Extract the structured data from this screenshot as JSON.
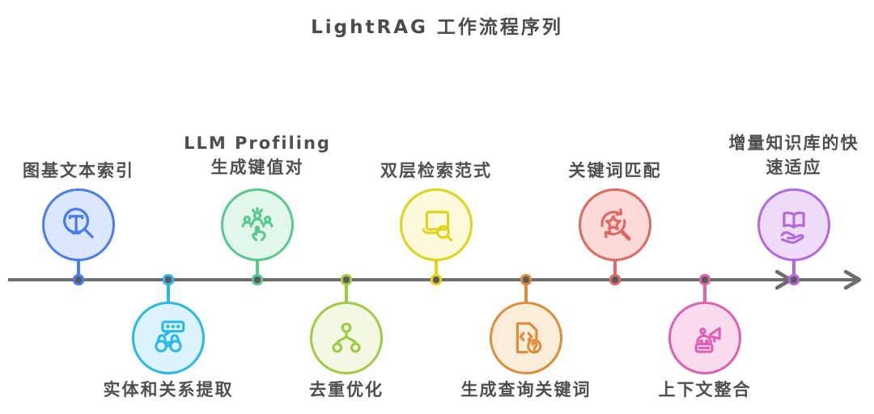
{
  "title": "LightRAG 工作流程序列",
  "timeline": {
    "line_color": "#6d6d6d",
    "dot_center_color": "#5a5a5a",
    "direction": "left-to-right"
  },
  "nodes": [
    {
      "id": "graph-text-indexing",
      "label": "图基文本索引",
      "side": "top",
      "icon": "magnifier-text-icon",
      "color": "#4a7cf0",
      "fill": "#dbe7fc"
    },
    {
      "id": "entity-relation-extraction",
      "label": "实体和关系提取",
      "side": "bottom",
      "icon": "binoculars-chat-icon",
      "color": "#29b8e8",
      "fill": "#dcf3fb"
    },
    {
      "id": "llm-profiling",
      "label": "LLM Profiling",
      "label2": "生成键值对",
      "side": "top",
      "icon": "people-select-icon",
      "color": "#57c98c",
      "fill": "#e2f6ea"
    },
    {
      "id": "dedup-optimization",
      "label": "去重优化",
      "side": "bottom",
      "icon": "network-tree-icon",
      "color": "#9ecb3f",
      "fill": "#f2f8e3"
    },
    {
      "id": "dual-level-retrieval",
      "label": "双层检索范式",
      "side": "top",
      "icon": "laptop-search-icon",
      "color": "#e2d216",
      "fill": "#fcfadb"
    },
    {
      "id": "generate-query-keywords",
      "label": "生成查询关键词",
      "side": "bottom",
      "icon": "document-question-icon",
      "color": "#de8c3a",
      "fill": "#faeeda"
    },
    {
      "id": "keyword-matching",
      "label": "关键词匹配",
      "side": "top",
      "icon": "star-search-icon",
      "color": "#df6763",
      "fill": "#fbdad7"
    },
    {
      "id": "context-integration",
      "label": "上下文整合",
      "side": "bottom",
      "icon": "robot-megaphone-icon",
      "color": "#df5fb2",
      "fill": "#fadcee"
    },
    {
      "id": "incremental-kb-adaptation",
      "label": "增量知识库的快速适应",
      "side": "top",
      "icon": "book-hand-icon",
      "color": "#b468df",
      "fill": "#eedbf8"
    }
  ]
}
